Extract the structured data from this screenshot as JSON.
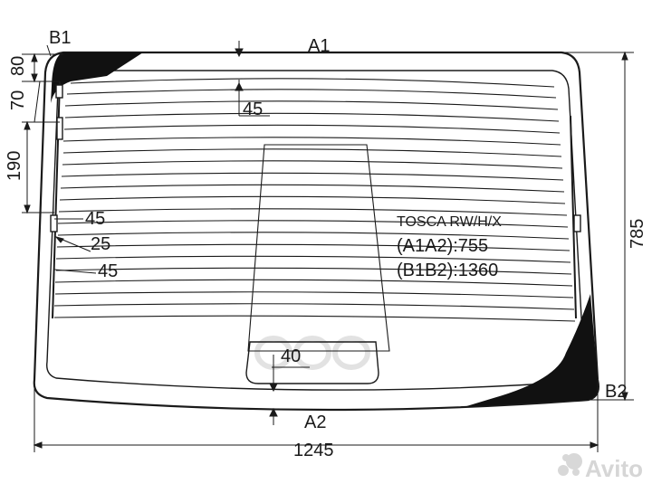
{
  "labels": {
    "a1": "A1",
    "a2": "A2",
    "b1": "B1",
    "b2": "B2",
    "dim_80": "80",
    "dim_70": "70",
    "dim_190": "190",
    "dim_45_top": "45",
    "dim_45_left_1": "45",
    "dim_25": "25",
    "dim_45_left_2": "45",
    "dim_40": "40",
    "dim_785": "785",
    "dim_1245": "1245"
  },
  "spec": {
    "model": "TOSCA RW/H/X",
    "a1a2": "(A1A2):755",
    "b1b2": "(B1B2):1360"
  },
  "watermark": {
    "center": "ооо",
    "brand": "Avito"
  },
  "colors": {
    "line": "#1a1a1a",
    "fill_black": "#111111",
    "watermark": "#e0e0e0"
  }
}
